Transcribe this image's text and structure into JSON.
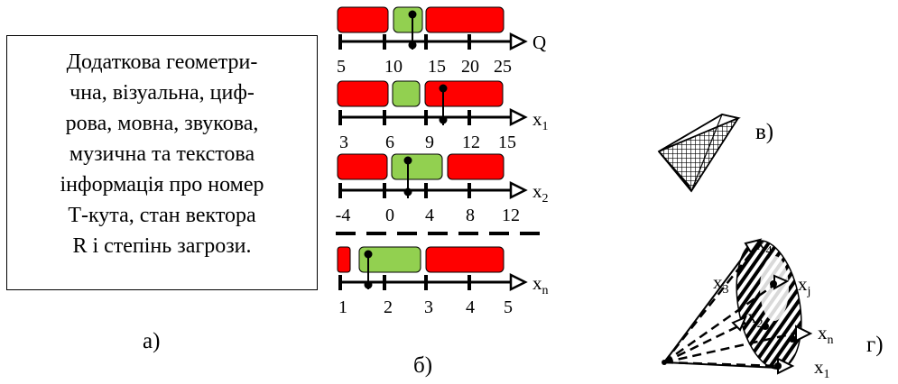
{
  "panel_a": {
    "lines": [
      "Додаткова геометри-",
      "чна, візуальна, циф-",
      "рова, мовна, звукова,",
      "музична та текстова",
      "інформація про номер",
      "Т-кута, стан вектора",
      "R і степінь загрози."
    ],
    "caption": "а)"
  },
  "panel_b": {
    "caption": "б)",
    "colors": {
      "danger": "#ff0000",
      "safe": "#92d050"
    },
    "rows": [
      {
        "axis": "Q",
        "sub": "",
        "ticks": [
          "5",
          "10",
          "15",
          "20",
          "25"
        ]
      },
      {
        "axis": "x",
        "sub": "1",
        "ticks": [
          "3",
          "6",
          "9",
          "12",
          "15"
        ]
      },
      {
        "axis": "x",
        "sub": "2",
        "ticks": [
          "-4",
          "0",
          "4",
          "8",
          "12"
        ]
      },
      {
        "axis": "x",
        "sub": "n",
        "ticks": [
          "1",
          "2",
          "3",
          "4",
          "5"
        ]
      }
    ]
  },
  "panel_c": {
    "caption": "в)"
  },
  "panel_d": {
    "caption": "г)",
    "labels": {
      "x4": {
        "base": "x",
        "sub": "4"
      },
      "x3": {
        "base": "x",
        "sub": "3"
      },
      "xj": {
        "base": "x",
        "sub": "j"
      },
      "x2": {
        "base": "x",
        "sub": "2"
      },
      "xn": {
        "base": "x",
        "sub": "n"
      },
      "x1": {
        "base": "x",
        "sub": "1"
      }
    }
  }
}
